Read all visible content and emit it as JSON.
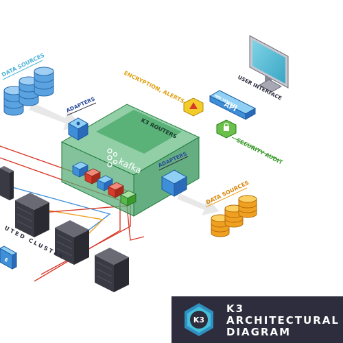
{
  "labels": {
    "data_sources_left": "DATA SOURCES",
    "adapters_left": "ADAPTERS",
    "k3_routers": "K3 ROUTERS",
    "kafka": "kafka",
    "adapters_right": "ADAPTERS",
    "data_sources_right": "DATA SOURCES",
    "encryption_alerts": "ENCRYPTION, ALERTS",
    "api_top": "WEB SERVICES",
    "api": "API",
    "user_interface": "USER INTERFACE",
    "security_audit": "SECURITY AUDIT",
    "cluster": "UTED CLUSTER",
    "cluster_badge": "E"
  },
  "brand": {
    "logo_text": "K3",
    "title_line1": "K3",
    "title_line2": "ARCHITECTURAL",
    "title_line3": "DIAGRAM"
  },
  "colors": {
    "blue": "#3f8fd8",
    "teal": "#4fb3a4",
    "green": "#1f8a4a",
    "orange": "#f0a020",
    "yellow": "#f4cc2a",
    "red": "#d83a2a",
    "navy": "#2d2d3d",
    "cyan_accent": "#45c0d8"
  }
}
